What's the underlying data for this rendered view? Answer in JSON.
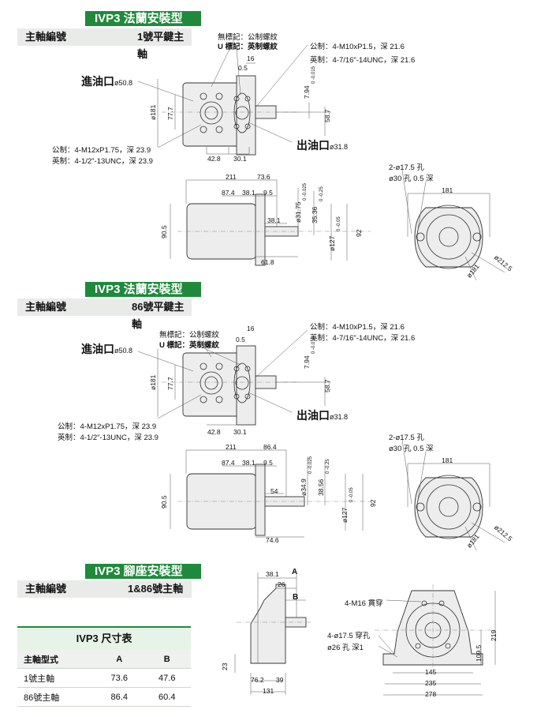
{
  "s1": {
    "title": "IVP3 法蘭安裝型",
    "row_left": "主軸編號",
    "row_right": "1號平鍵主軸"
  },
  "s2": {
    "title": "IVP3 法蘭安裝型",
    "row_left": "主軸編號",
    "row_right": "86號平鍵主軸"
  },
  "s3": {
    "title": "IVP3 腳座安裝型",
    "row_left": "主軸編號",
    "row_right": "1&86號主軸"
  },
  "notes": {
    "no_mark": "無標記：公制螺紋",
    "u_mark": "U 標記：英制螺紋",
    "metric_top": "公制：4-M10xP1.5，深 21.6",
    "imperial_top": "英制：4-7/16\"-14UNC，深 21.6",
    "metric_bot": "公制：4-M12xP1.75，深 23.9",
    "imperial_bot": "英制：4-1/2\"-13UNC，深 23.9",
    "inlet": "進油口",
    "inlet_size": "ø50.8",
    "outlet": "出油口",
    "outlet_size": "ø31.8",
    "holes": "2-ø17.5 孔",
    "cbore": "ø30 孔 0.5 深",
    "m16": "4-M16 貫穿",
    "thru": "4-ø17.5 穿孔",
    "cbore2": "ø26 孔 深1"
  },
  "dims1": {
    "d16": "16",
    "d05": "0.5",
    "d794": "7.94",
    "d794t": "0 -0.015",
    "d587": "58.7",
    "d181": "ø181",
    "d777": "77.7",
    "d428": "42.8",
    "d301": "30.1",
    "d211": "211",
    "d736": "73.6",
    "d874": "87.4",
    "d381": "38.1",
    "d95": "9.5",
    "d905": "90.5",
    "d381b": "38.1",
    "d3175": "ø31.75",
    "d3175t": "0 -0.025",
    "d3536": "35.36",
    "d3536t": "0 -0.25",
    "d127": "ø127",
    "d127t": "0 -0.05",
    "d92": "92",
    "d619": "61.8",
    "d181b": "181",
    "d2125": "ø212.5",
    "d181c": "ø181"
  },
  "dims2": {
    "d211": "211",
    "d864": "86.4",
    "d874": "87.4",
    "d381": "38.1",
    "d95": "9.5",
    "d54": "54",
    "d349": "ø34.9",
    "d349t": "0 -0.025",
    "d3856": "38.56",
    "d3856t": "0 -0.25",
    "d127": "ø127",
    "d127t": "0 -0.05",
    "d92": "92",
    "d746": "74.6",
    "d905": "90.5"
  },
  "dims3": {
    "d381": "38.1",
    "A": "A",
    "d26": "26",
    "B": "B",
    "d23": "23",
    "d762": "76.2",
    "d39": "39",
    "d131": "131",
    "d145": "145",
    "d235": "235",
    "d278": "278",
    "d1095": "109.5",
    "d219": "219"
  },
  "table": {
    "title": "IVP3 尺寸表",
    "headers": [
      "主軸型式",
      "A",
      "B"
    ],
    "rows": [
      [
        "1號主軸",
        "73.6",
        "47.6"
      ],
      [
        "86號主軸",
        "86.4",
        "60.4"
      ]
    ]
  }
}
